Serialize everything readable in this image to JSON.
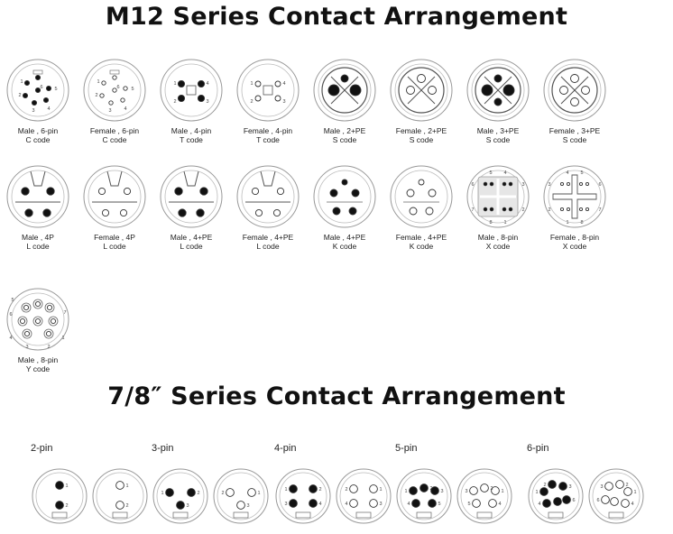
{
  "m12": {
    "title": "M12 Series Contact Arrangement",
    "items": [
      {
        "line1": "Male , 6-pin",
        "line2": "C code",
        "kind": "c-male"
      },
      {
        "line1": "Female , 6-pin",
        "line2": "C code",
        "kind": "c-female"
      },
      {
        "line1": "Male , 4-pin",
        "line2": "T code",
        "kind": "t-male"
      },
      {
        "line1": "Female , 4-pin",
        "line2": "T code",
        "kind": "t-female"
      },
      {
        "line1": "Male , 2+PE",
        "line2": "S code",
        "kind": "s2-male"
      },
      {
        "line1": "Female , 2+PE",
        "line2": "S code",
        "kind": "s2-female"
      },
      {
        "line1": "Male , 3+PE",
        "line2": "S code",
        "kind": "s3-male"
      },
      {
        "line1": "Female , 3+PE",
        "line2": "S code",
        "kind": "s3-female"
      },
      {
        "line1": "Male , 4P",
        "line2": "L code",
        "kind": "l-male"
      },
      {
        "line1": "Female , 4P",
        "line2": "L code",
        "kind": "l-female"
      },
      {
        "line1": "Male , 4+PE",
        "line2": "L code",
        "kind": "l-male"
      },
      {
        "line1": "Female , 4+PE",
        "line2": "L code",
        "kind": "l-female"
      },
      {
        "line1": "Male , 4+PE",
        "line2": "K code",
        "kind": "k-male"
      },
      {
        "line1": "Female , 4+PE",
        "line2": "K code",
        "kind": "k-female"
      },
      {
        "line1": "Male , 8-pin",
        "line2": "X code",
        "kind": "x-male"
      },
      {
        "line1": "Female , 8-pin",
        "line2": "X code",
        "kind": "x-female"
      },
      {
        "line1": "Male , 8-pin",
        "line2": "Y code",
        "kind": "y-male"
      }
    ]
  },
  "s78": {
    "title": "7/8″ Series Contact Arrangement",
    "groups": [
      {
        "label": "2-pin",
        "pins": 2
      },
      {
        "label": "3-pin",
        "pins": 3
      },
      {
        "label": "4-pin",
        "pins": 4
      },
      {
        "label": "5-pin",
        "pins": 5
      },
      {
        "label": "6-pin",
        "pins": 6
      }
    ]
  }
}
